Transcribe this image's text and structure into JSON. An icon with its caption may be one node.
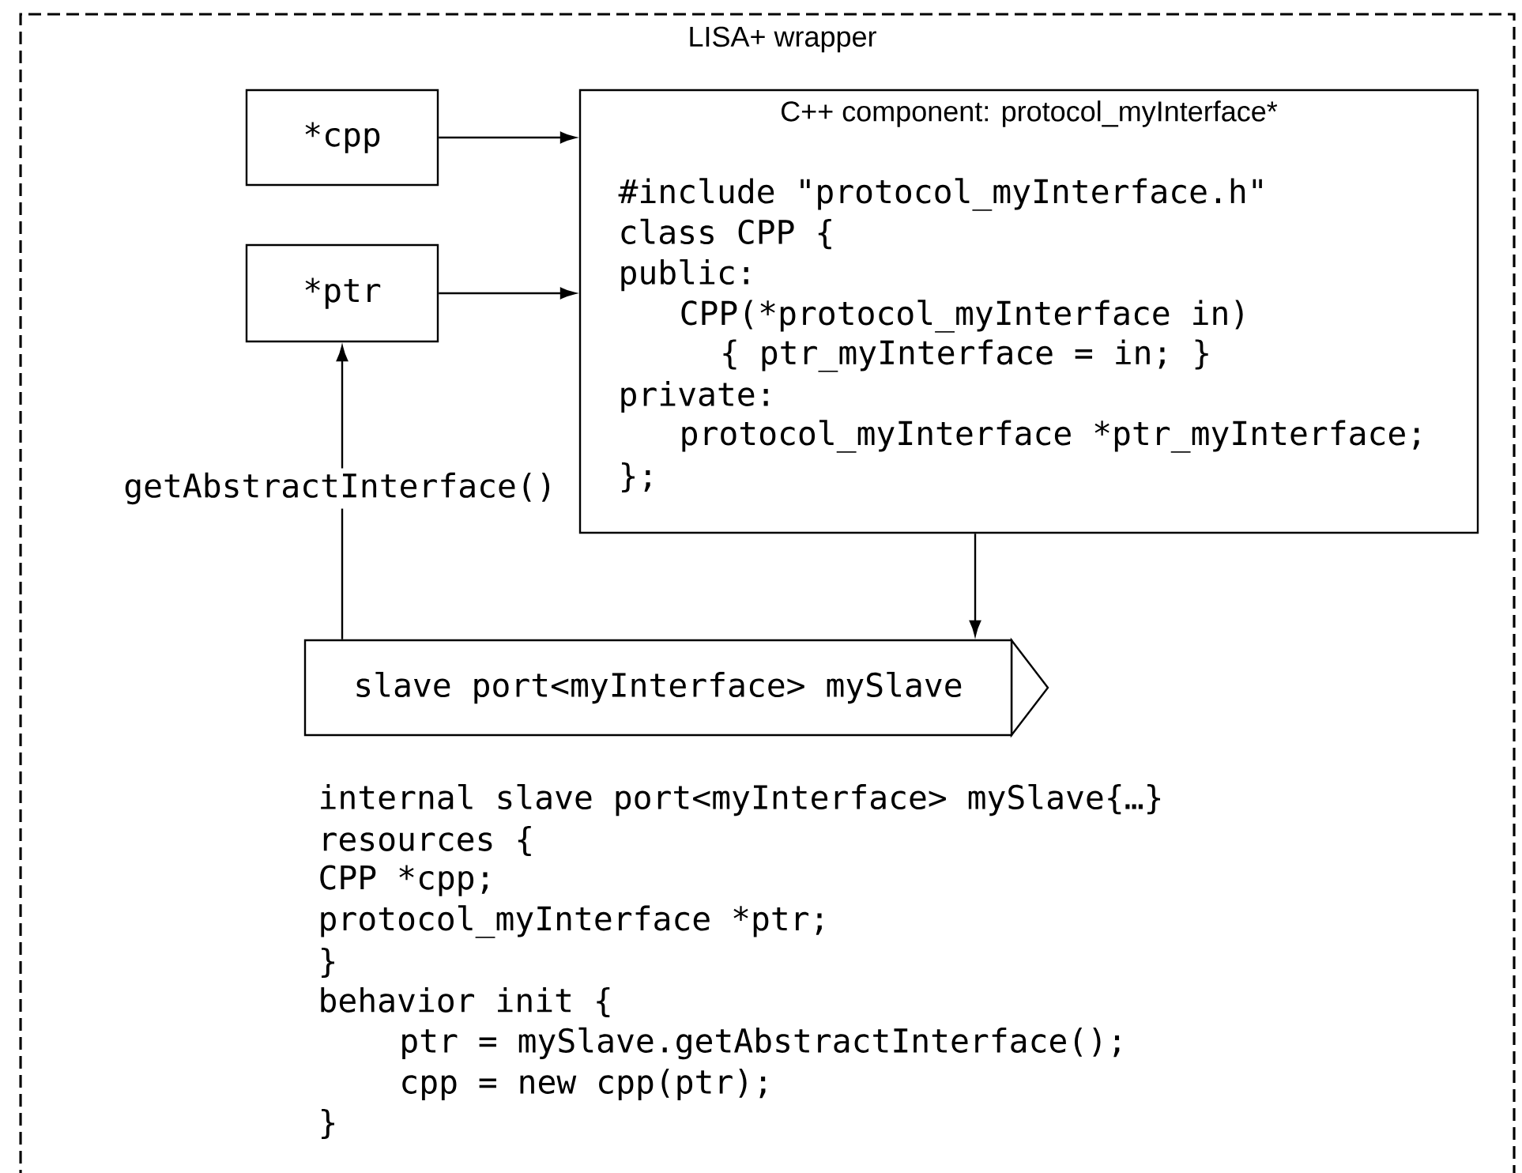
{
  "diagram": {
    "nodes": [
      {
        "text": [
          "LISA+ wrapper"
        ]
      },
      {
        "text": [
          "*cpp"
        ],
        "in": 0
      },
      {
        "text": [
          "*ptr"
        ],
        "in": 0
      },
      {
        "text": [
          "C++ component:  protocol_myInterface*",
          "#include \"protocol_myInterface.h\"",
          "class CPP {",
          "public:",
          "CPP(*protocol_myInterface in)",
          "{ ptr_myInterface = in; }",
          "private:",
          "protocol_myInterface *ptr_myInterface;",
          "};"
        ],
        "in": 0
      },
      {
        "text": [
          "slave port<myInterface> mySlave"
        ],
        "in": 0
      }
    ],
    "edges": [
      {
        "from": 1,
        "to": 3,
        "arrow": "to"
      },
      {
        "from": 2,
        "to": 3,
        "arrow": "to"
      },
      {
        "from": 4,
        "to": 2,
        "arrow": "to",
        "label": "getAbstractInterface()"
      },
      {
        "from": 3,
        "to": 4,
        "arrow": "to"
      }
    ],
    "labels": [
      "internal slave port<myInterface> mySlave{…}",
      "resources {",
      "CPP *cpp;",
      "protocol_myInterface *ptr;",
      "}",
      "behavior init {",
      "ptr = mySlave.getAbstractInterface();",
      "cpp = new cpp(ptr);",
      "}"
    ]
  }
}
